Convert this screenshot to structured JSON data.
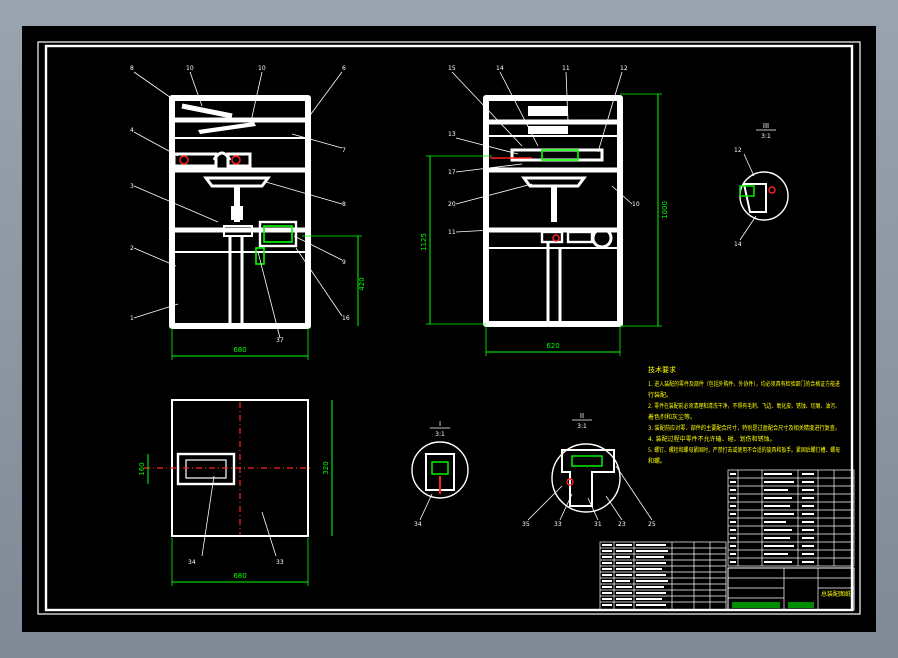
{
  "colors": {
    "outer_background": "#8e98a3",
    "drawing_background": "#000000",
    "outline": "#ffffff",
    "dimension": "#00ff00",
    "centerline": "#ff2020",
    "notes_text": "#ffff00"
  },
  "front_view": {
    "callouts": [
      "8",
      "10",
      "10",
      "6",
      "4",
      "7",
      "3",
      "8",
      "2",
      "9",
      "1",
      "37",
      "16"
    ],
    "dim_width": "680",
    "dim_side": "420"
  },
  "side_view": {
    "callouts": [
      "15",
      "14",
      "11",
      "12",
      "13",
      "17",
      "20",
      "11",
      "10"
    ],
    "dim_width": "620",
    "dim_left": "1125",
    "dim_right": "1000"
  },
  "detail_III": {
    "title": "III",
    "scale": "3:1",
    "callouts": [
      "12",
      "14"
    ]
  },
  "top_view": {
    "callouts": [
      "34",
      "33"
    ],
    "dim_width": "680",
    "dim_height": "320",
    "dim_left": "160"
  },
  "detail_I": {
    "title": "I",
    "scale": "3:1",
    "callouts": [
      "34"
    ]
  },
  "detail_II": {
    "title": "II",
    "scale": "3:1",
    "callouts": [
      "35",
      "33",
      "31",
      "23",
      "25"
    ]
  },
  "notes": {
    "title": "技术要求",
    "lines": [
      "1. 进入装配的零件及部件（包括外购件、外协件），均必须具有检验部门的合格证方能进",
      "行装配。",
      "2. 零件在装配前必须清理和清洗干净，不得有毛刺、飞边、氧化皮、锈蚀、切屑、油污、",
      "着色剂和灰尘等。",
      "3. 装配前应对零、部件的主要配合尺寸，特别是过盈配合尺寸及相关精度进行复查。",
      "4. 装配过程中零件不允许磕、碰、划伤和锈蚀。",
      "5. 螺钉、螺栓和螺母紧固时，严禁打击或使用不合适的旋具和扳手。紧固后螺钉槽、螺母",
      "和螺。"
    ]
  },
  "title_block": {
    "title_cell": "总装配图纸"
  }
}
